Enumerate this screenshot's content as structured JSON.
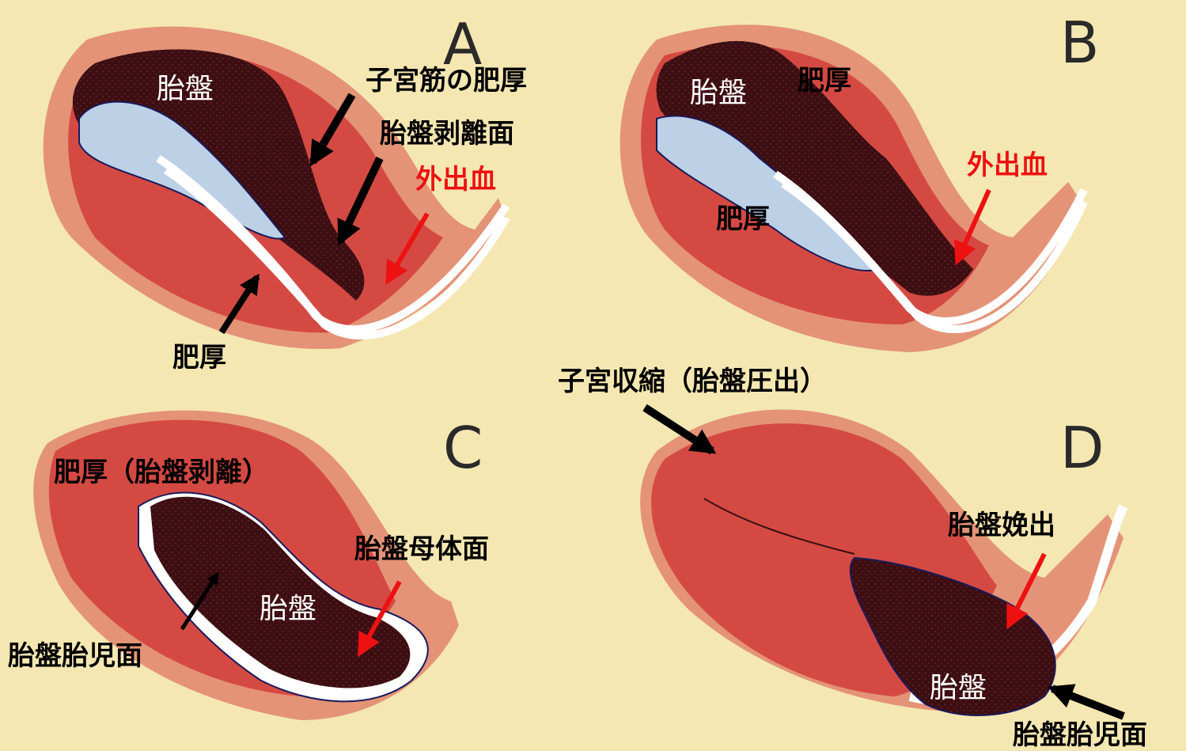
{
  "panels": [
    {
      "letter": "A",
      "labels": {
        "placenta": "胎盤",
        "myometrium_thickening": "子宮筋の肥厚",
        "separation_surface": "胎盤剥離面",
        "external_bleeding": "外出血",
        "thickening": "肥厚"
      }
    },
    {
      "letter": "B",
      "labels": {
        "placenta": "胎盤",
        "thickening_upper": "肥厚",
        "external_bleeding": "外出血",
        "thickening_lower": "肥厚"
      }
    },
    {
      "letter": "C",
      "labels": {
        "thickening_separation": "肥厚（胎盤剥離）",
        "maternal_surface": "胎盤母体面",
        "placenta": "胎盤",
        "fetal_surface": "胎盤胎児面"
      }
    },
    {
      "letter": "D",
      "labels": {
        "uterine_contraction": "子宮収縮（胎盤圧出）",
        "placenta_delivery": "胎盤娩出",
        "placenta": "胎盤",
        "fetal_surface_partial": "胎盤胎児面"
      }
    }
  ],
  "colors": {
    "background": "#f4e7b2",
    "muscle": "#d44a43",
    "muscle_outer": "#e49377",
    "placenta": "#3b0e12",
    "amniotic": "#bcd0e6",
    "membrane": "#ffffff",
    "annotation_red": "#ee1111",
    "annotation_black": "#000000"
  }
}
